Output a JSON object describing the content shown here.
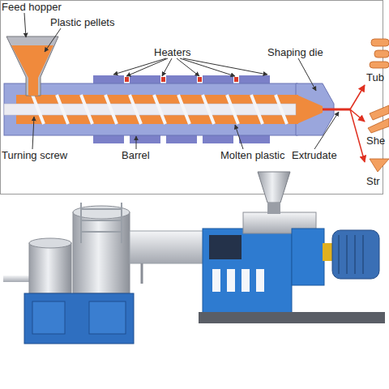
{
  "diagram": {
    "labels": [
      "Feed hopper",
      "Plastic pellets",
      "Heaters",
      "Shaping die",
      "Tub",
      "She",
      "Turning screw",
      "Barrel",
      "Molten plastic",
      "Extrudate",
      "Str"
    ]
  }
}
